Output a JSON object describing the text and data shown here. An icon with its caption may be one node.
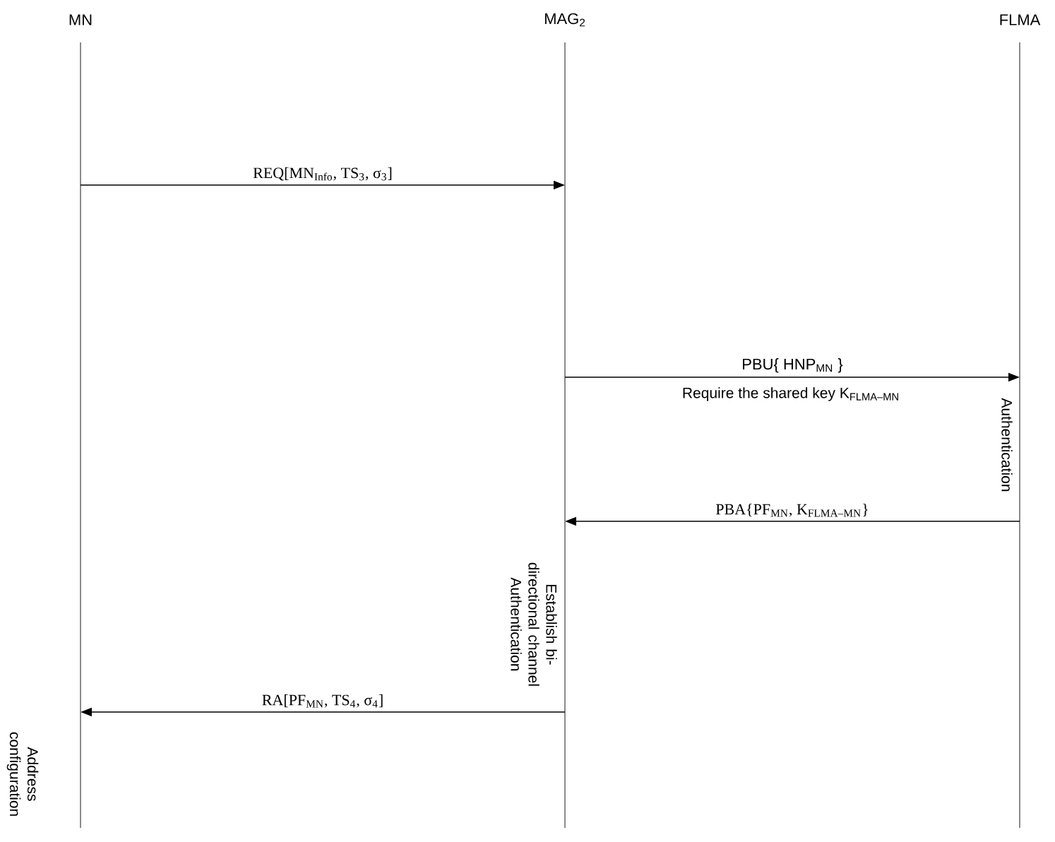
{
  "diagram": {
    "nodes": [
      {
        "text": [
          "MN"
        ]
      },
      {
        "text": [
          "MAG$_{2}$"
        ]
      },
      {
        "text": [
          "FLMA"
        ]
      }
    ],
    "edges": [
      {
        "from": 0,
        "to": 1,
        "arrow": "to",
        "label": "REQ[MN$_{Info}$, TS$_{3}$, σ$_{3}$]"
      },
      {
        "from": 1,
        "to": 2,
        "arrow": "to",
        "label": "PBU{ HNP$_{MN}$ }"
      },
      {
        "from": 2,
        "to": 1,
        "arrow": "to",
        "label": "PBA{PF$_{MN}$, K$_{FLMA–MN}$}"
      },
      {
        "from": 1,
        "to": 0,
        "arrow": "to",
        "label": "RA[PF$_{MN}$, TS$_{4}$, σ$_{4}$]"
      }
    ],
    "labels": [
      "Require the shared key K$_{FLMA–MN}$",
      "Authentication",
      "Establish bi-directional channel Authentication",
      "Address configuration"
    ]
  }
}
